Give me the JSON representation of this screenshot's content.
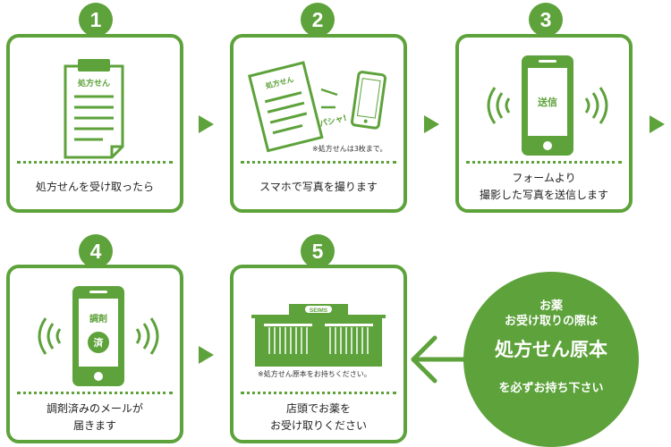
{
  "colors": {
    "accent": "#5da23a",
    "text": "#222222",
    "background": "#ffffff"
  },
  "steps": [
    {
      "number": "1",
      "caption": "処方せんを受け取ったら",
      "icon": "prescription-clipboard-icon",
      "icon_label": "処方せん"
    },
    {
      "number": "2",
      "caption": "スマホで写真を撮ります",
      "icon": "phone-photo-icon",
      "icon_label": "処方せん",
      "sound": "パシャ!",
      "note": "※処方せんは3枚まで。"
    },
    {
      "number": "3",
      "caption_lines": [
        "フォームより",
        "撮影した写真を送信します"
      ],
      "icon": "smartphone-send-icon",
      "screen_label": "送信"
    },
    {
      "number": "4",
      "caption_lines": [
        "調剤済みのメールが",
        "届きます"
      ],
      "icon": "smartphone-notification-icon",
      "screen_label": "調剤",
      "stamp": "済"
    },
    {
      "number": "5",
      "caption_lines": [
        "店頭でお薬を",
        "お受け取りください"
      ],
      "icon": "pharmacy-store-icon",
      "store_sign": "SEIMS",
      "note": "※処方せん原本をお持ちください。"
    }
  ],
  "reminder": {
    "line1": "お薬",
    "line2": "お受け取りの際は",
    "emphasis": "処方せん原本",
    "line3": "を必ずお持ち下さい"
  }
}
